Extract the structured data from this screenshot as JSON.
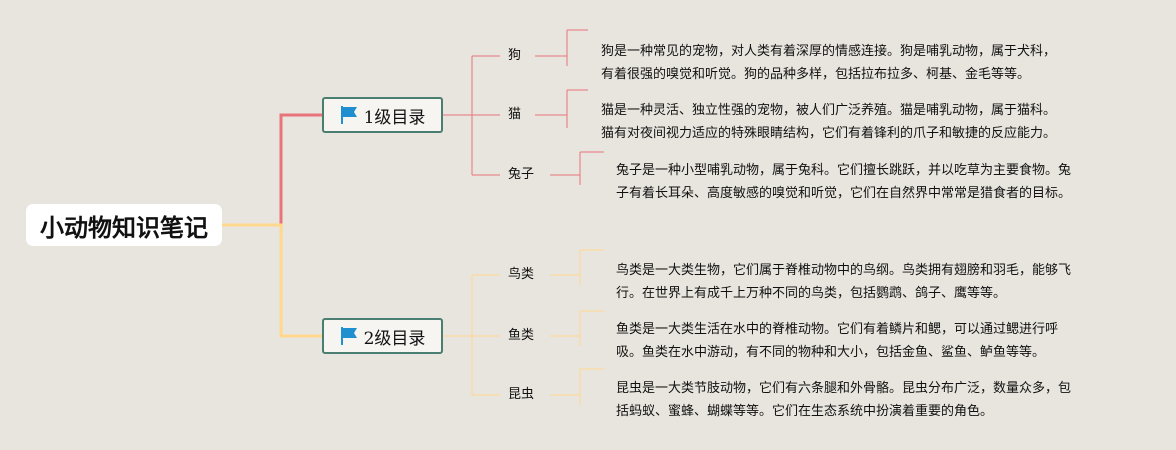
{
  "root": {
    "label": "小动物知识笔记"
  },
  "colors": {
    "branch1": "#e9737b",
    "branch2": "#ffd88e",
    "root_link": "#ffd88e",
    "node_border": "#4a7e70",
    "flag": "#1f8fd0"
  },
  "branches": [
    {
      "label": "1级目录",
      "icon": "flag-icon",
      "children": [
        {
          "label": "狗",
          "lines": [
            "狗是一种常见的宠物，对人类有着深厚的情感连接。狗是哺乳动物，属于犬科，",
            "有着很强的嗅觉和听觉。狗的品种多样，包括拉布拉多、柯基、金毛等等。"
          ]
        },
        {
          "label": "猫",
          "lines": [
            "猫是一种灵活、独立性强的宠物，被人们广泛养殖。猫是哺乳动物，属于猫科。",
            "猫有对夜间视力适应的特殊眼睛结构，它们有着锋利的爪子和敏捷的反应能力。"
          ]
        },
        {
          "label": "兔子",
          "lines": [
            "兔子是一种小型哺乳动物，属于兔科。它们擅长跳跃，并以吃草为主要食物。兔",
            "子有着长耳朵、高度敏感的嗅觉和听觉，它们在自然界中常常是猎食者的目标。"
          ]
        }
      ]
    },
    {
      "label": "2级目录",
      "icon": "flag-icon",
      "children": [
        {
          "label": "鸟类",
          "lines": [
            "鸟类是一大类生物，它们属于脊椎动物中的鸟纲。鸟类拥有翅膀和羽毛，能够飞",
            "行。在世界上有成千上万种不同的鸟类，包括鹦鹉、鸽子、鹰等等。"
          ]
        },
        {
          "label": "鱼类",
          "lines": [
            "鱼类是一大类生活在水中的脊椎动物。它们有着鳞片和鳃，可以通过鳃进行呼",
            "吸。鱼类在水中游动，有不同的物种和大小，包括金鱼、鲨鱼、鲈鱼等等。"
          ]
        },
        {
          "label": "昆虫",
          "lines": [
            "昆虫是一大类节肢动物，它们有六条腿和外骨骼。昆虫分布广泛，数量众多，包",
            "括蚂蚁、蜜蜂、蝴蝶等等。它们在生态系统中扮演着重要的角色。"
          ]
        }
      ]
    }
  ]
}
